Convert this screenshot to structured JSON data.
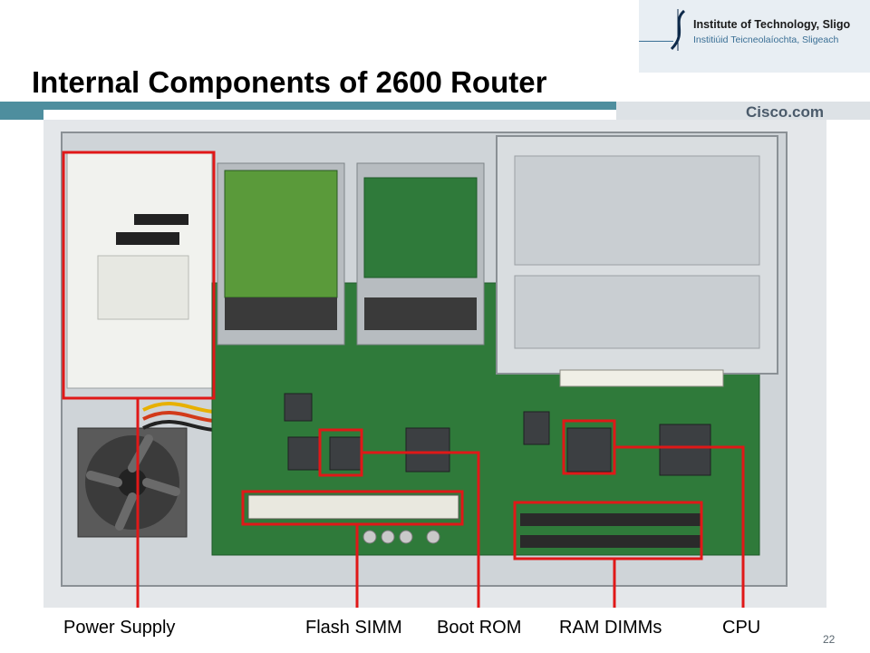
{
  "header": {
    "title": "Internal Components of 2600 Router",
    "logo_line1": "Institute of Technology, Sligo",
    "logo_line2": "Institiúid Teicneolaíochta, Sligeach",
    "brand": "Cisco.com"
  },
  "labels": {
    "power_supply": "Power Supply",
    "flash_simm": "Flash SIMM",
    "boot_rom": "Boot ROM",
    "ram_dimms": "RAM DIMMs",
    "cpu": "CPU"
  },
  "footer": {
    "page_number": "22"
  },
  "colors": {
    "accent_band": "#4e8e9e",
    "highlight_red": "#e01818",
    "pcb_green": "#2f7a3a"
  },
  "icons": {
    "logo": "itsligo-swoosh-icon"
  }
}
